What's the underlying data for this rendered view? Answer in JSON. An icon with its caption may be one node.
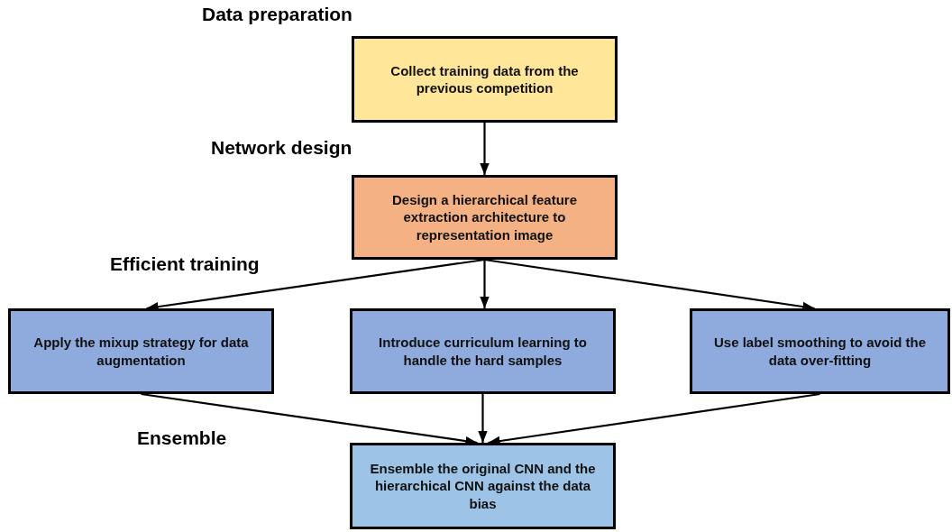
{
  "diagram": {
    "nodes": [
      {
        "text": [
          "Collect training data from the previous competition"
        ]
      },
      {
        "text": [
          "Design a hierarchical feature extraction architecture to representation image"
        ]
      },
      {
        "text": [
          "Apply the mixup strategy for data augmentation"
        ]
      },
      {
        "text": [
          "Introduce curriculum learning to handle the hard samples"
        ]
      },
      {
        "text": [
          "Use label smoothing to avoid the data over-fitting"
        ]
      },
      {
        "text": [
          "Ensemble the original CNN and the hierarchical CNN against the data bias"
        ]
      }
    ],
    "edges": [
      {
        "from": 0,
        "to": 1,
        "arrow": "to"
      },
      {
        "from": 1,
        "to": 2,
        "arrow": "to"
      },
      {
        "from": 1,
        "to": 3,
        "arrow": "to"
      },
      {
        "from": 1,
        "to": 4,
        "arrow": "to"
      },
      {
        "from": 2,
        "to": 5,
        "arrow": "to"
      },
      {
        "from": 3,
        "to": 5,
        "arrow": "to"
      },
      {
        "from": 4,
        "to": 5,
        "arrow": "to"
      }
    ],
    "labels": [
      "Data preparation",
      "Network design",
      "Efficient training",
      "Ensemble"
    ]
  }
}
